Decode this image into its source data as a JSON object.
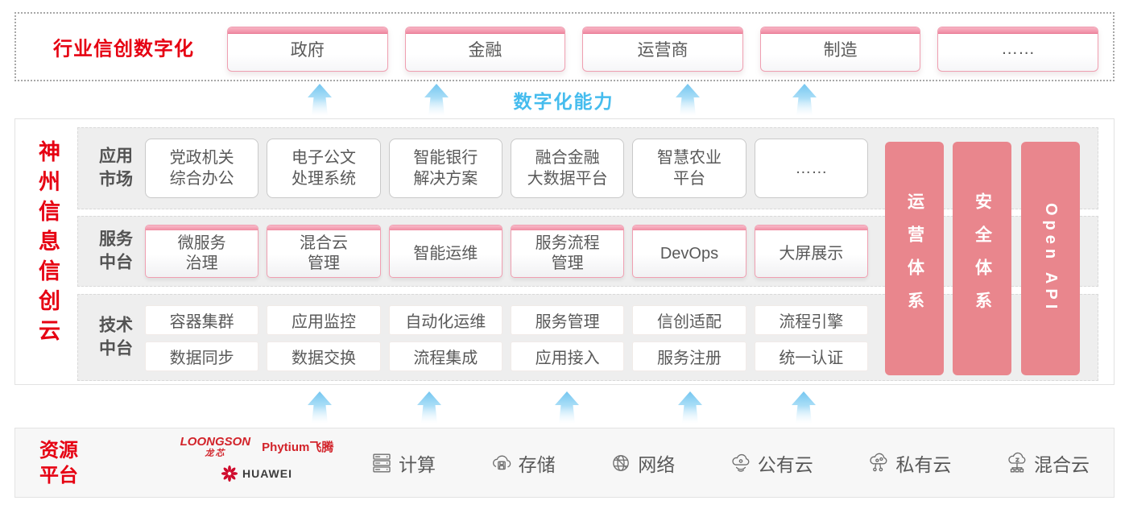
{
  "colors": {
    "brand_red": "#e60012",
    "pillar_pink": "#e9868d",
    "capability_blue": "#45bcee",
    "card_text_gray": "#595959",
    "pink_card_border": "#f09fb1"
  },
  "banner": {
    "title": "行业信创数字化",
    "items": [
      "政府",
      "金融",
      "运营商",
      "制造",
      "……"
    ]
  },
  "capability_label": "数字化能力",
  "platform": {
    "side_title": "神州信息信创云",
    "rows": [
      {
        "label": "应用\n市场",
        "cards": [
          "党政机关\n综合办公",
          "电子公文\n处理系统",
          "智能银行\n解决方案",
          "融合金融\n大数据平台",
          "智慧农业\n平台",
          "……"
        ]
      },
      {
        "label": "服务\n中台",
        "cards": [
          "微服务\n治理",
          "混合云\n管理",
          "智能运维",
          "服务流程\n管理",
          "DevOps",
          "大屏展示"
        ]
      },
      {
        "label": "技术\n中台",
        "cards_top": [
          "容器集群",
          "应用监控",
          "自动化运维",
          "服务管理",
          "信创适配",
          "流程引擎"
        ],
        "cards_bottom": [
          "数据同步",
          "数据交换",
          "流程集成",
          "应用接入",
          "服务注册",
          "统一认证"
        ]
      }
    ],
    "pillars": [
      "运营体系",
      "安全体系",
      "Open API"
    ]
  },
  "resources": {
    "title": "资源\n平台",
    "vendors": {
      "loongson": "LOONGSON",
      "loongson_cn": "龙芯",
      "phytium": "Phytium飞腾",
      "huawei": "HUAWEI"
    },
    "items": [
      {
        "icon": "server-icon",
        "label": "计算"
      },
      {
        "icon": "storage-cloud-icon",
        "label": "存储"
      },
      {
        "icon": "network-globe-icon",
        "label": "网络"
      },
      {
        "icon": "public-cloud-icon",
        "label": "公有云"
      },
      {
        "icon": "private-cloud-icon",
        "label": "私有云"
      },
      {
        "icon": "hybrid-cloud-icon",
        "label": "混合云"
      }
    ]
  }
}
